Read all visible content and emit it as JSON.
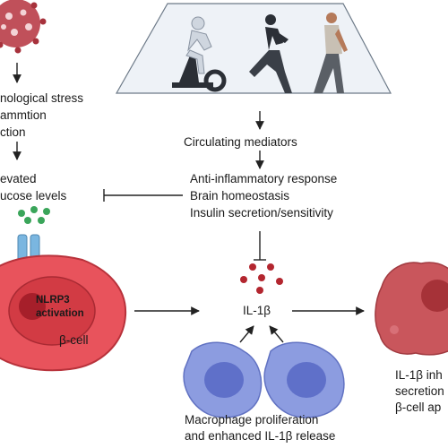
{
  "labels": {
    "stress": [
      "nological stress",
      "ammtion",
      "ction"
    ],
    "glucose": [
      "evated",
      "ucose levels"
    ],
    "circulating": "Circulating mediators",
    "anti_inflammatory": "Anti-inflammatory response",
    "brain": "Brain homeostasis",
    "insulin": "Insulin secretion/sensitivity",
    "nlrp3": "NLRP3",
    "activation": "activation",
    "il1b": "IL-1β",
    "beta_cell": "β-cell",
    "macrophage": [
      "Macrophage proliferation",
      "and enhanced IL-1β release"
    ],
    "il1b_effect": [
      "IL-1β inh",
      "secretion",
      "β-cell ap"
    ]
  },
  "colors": {
    "virus": "#c0505a",
    "cell_red": "#e8535c",
    "nucleus": "#c72a36",
    "glucose": "#3aa55a",
    "receptor": "#7ab6e0",
    "il1b_dots": "#b3262f",
    "macrophage": "#8c9ce0",
    "apoptotic": "#c9565c",
    "panel_fill": "#eef2f7"
  },
  "icons": [
    "virus-icon",
    "cyclist-icon",
    "runner-icon",
    "walker-icon"
  ]
}
